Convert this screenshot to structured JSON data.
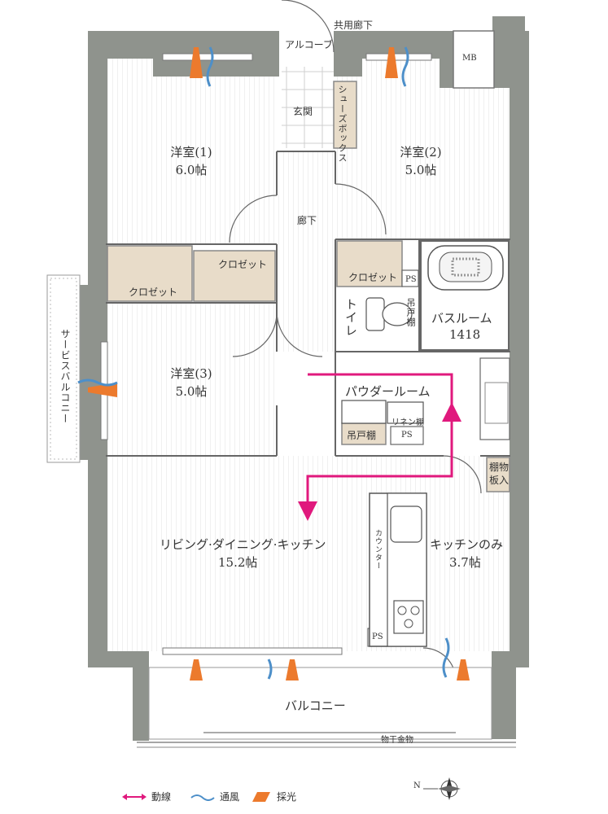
{
  "labels": {
    "corridor_shared": "共用廊下",
    "alcove": "アルコーブ",
    "mb": "MB",
    "genkan": "玄関",
    "shoes_box": "シューズボックス",
    "room1_name": "洋室(1)",
    "room1_size": "6.0帖",
    "room2_name": "洋室(2)",
    "room2_size": "5.0帖",
    "room3_name": "洋室(3)",
    "room3_size": "5.0帖",
    "hallway": "廊下",
    "closet": "クロゼット",
    "toilet": "トイレ",
    "hanging_shelf": "吊戸棚",
    "ps": "PS",
    "bathroom": "バスルーム",
    "bath_size": "1418",
    "powder_room": "パウダールーム",
    "linen_shelf": "リネン棚",
    "storage": "棚物板入",
    "service_balcony": "サービスバルコニー",
    "ldk_name": "リビング·ダイニング·キッチン",
    "ldk_size": "15.2帖",
    "kitchen_name": "キッチンのみ",
    "kitchen_size": "3.7帖",
    "counter": "カウンター",
    "balcony": "バルコニー",
    "drying_rack": "物干金物",
    "compass_n": "N"
  },
  "legend": {
    "circulation": "動線",
    "ventilation": "通風",
    "daylight": "採光"
  },
  "colors": {
    "wall": "#8f938d",
    "closet_fill": "#e8dcc9",
    "circulation": "#e0197d",
    "ventilation": "#4d8fc9",
    "daylight": "#ec7a2d",
    "floor_line": "#dedede"
  }
}
